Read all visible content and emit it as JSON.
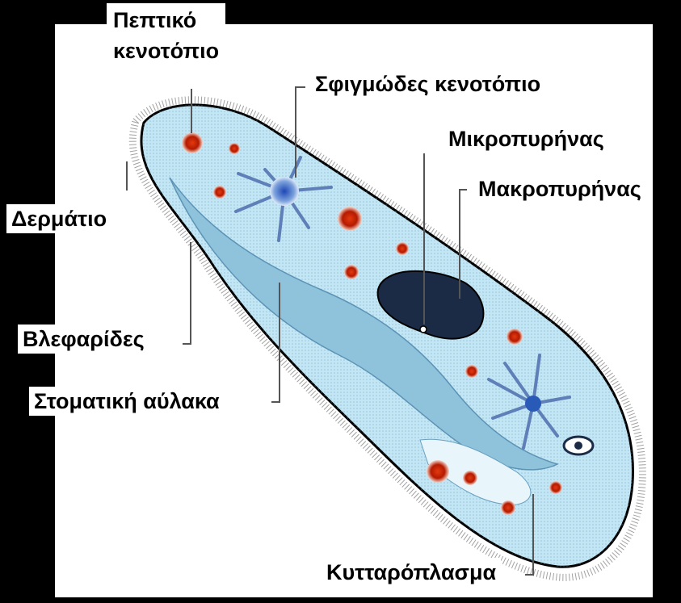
{
  "labels": {
    "food_vacuole": "Πεπτικό\nκενοτόπιο",
    "contractile_vacuole": "Σφιγμώδες κενοτόπιο",
    "micronucleus": "Μικροπυρήνας",
    "macronucleus": "Μακροπυρήνας",
    "pellicle": "Δερμάτιο",
    "cilia": "Βλεφαρίδες",
    "oral_groove": "Στοματική αύλακα",
    "cytoplasm": "Κυτταρόπλασμα"
  },
  "colors": {
    "background": "#000000",
    "panel": "#ffffff",
    "cell_fill": "#bfe3f2",
    "cell_outline": "#000000",
    "vacuole_red": "#cc2200",
    "macronucleus": "#1a2a44",
    "contractile_blue": "#2a5ab8"
  }
}
